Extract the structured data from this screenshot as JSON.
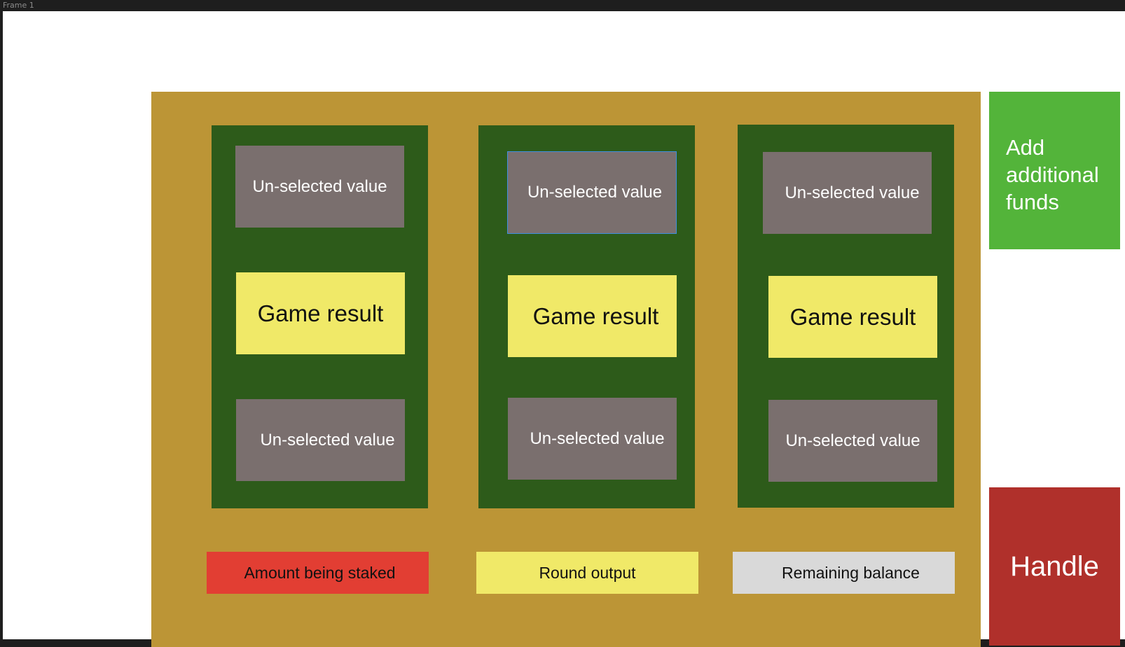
{
  "window": {
    "frame_title": "Frame 1"
  },
  "reels": [
    {
      "top": "Un-selected value",
      "result": "Game result",
      "bottom": "Un-selected value"
    },
    {
      "top": "Un-selected value",
      "result": "Game result",
      "bottom": "Un-selected value"
    },
    {
      "top": "Un-selected value",
      "result": "Game result",
      "bottom": "Un-selected value"
    }
  ],
  "footer": {
    "stake_label": "Amount being staked",
    "round_label": "Round output",
    "balance_label": "Remaining balance"
  },
  "side": {
    "add_funds_label": "Add additional funds",
    "handle_label": "Handle"
  },
  "colors": {
    "table": "#bc9536",
    "reel": "#2d5b1a",
    "unselected": "#7a6f6e",
    "result": "#f0e968",
    "stake": "#e23e33",
    "balance": "#d9d9d9",
    "add_funds": "#53b43a",
    "handle": "#b0302b",
    "focus_outline": "#3d8fe0"
  }
}
